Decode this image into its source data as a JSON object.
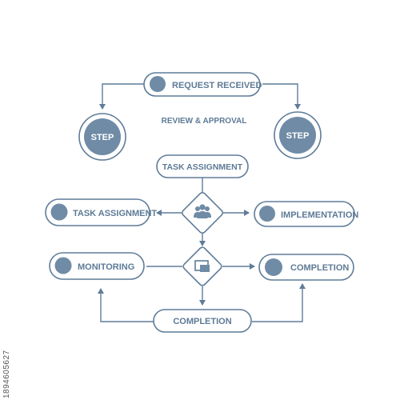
{
  "diagram": {
    "colors": {
      "stroke": "#5f7c98",
      "fill": "#6f8ba6",
      "text": "#5d7a96",
      "background": "#ffffff"
    },
    "nodes": {
      "request_received": {
        "label": "REQUEST RECEIVED"
      },
      "step_left": {
        "label": "STEP"
      },
      "step_right": {
        "label": "STEP"
      },
      "review_approval": {
        "label": "REVIEW & APPROVAL"
      },
      "task_assignment_top": {
        "label": "TASK ASSIGNMENT"
      },
      "task_assignment_left": {
        "label": "TASK ASSIGNMENT"
      },
      "implementation": {
        "label": "IMPLEMENTATION"
      },
      "monitoring": {
        "label": "MONITORING"
      },
      "completion_right": {
        "label": "COMPLETION"
      },
      "completion_bottom": {
        "label": "COMPLETION"
      }
    },
    "decisions": [
      {
        "icon": "people-group-icon"
      },
      {
        "icon": "window-screen-icon"
      }
    ]
  },
  "stock_id": "1894605627"
}
